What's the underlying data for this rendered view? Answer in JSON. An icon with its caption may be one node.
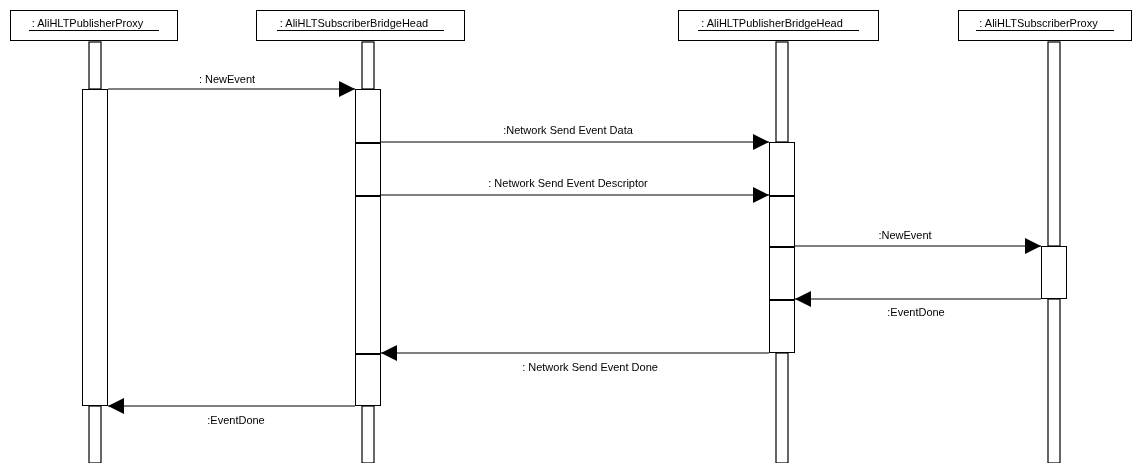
{
  "diagram": {
    "nodes": [
      {
        "text": [
          ": AliHLTPublisherProxy"
        ]
      },
      {
        "text": [
          ": AliHLTSubscriberBridgeHead"
        ]
      },
      {
        "text": [
          ": AliHLTPublisherBridgeHead"
        ]
      },
      {
        "text": [
          ": AliHLTSubscriberProxy"
        ]
      },
      {
        "text": [],
        "shape": "bar"
      },
      {
        "text": [],
        "shape": "bar"
      },
      {
        "text": [],
        "shape": "bar"
      },
      {
        "text": [],
        "shape": "bar"
      }
    ],
    "edges": [
      {
        "from": 4,
        "to": 5,
        "arrow": "to",
        "label": ": NewEvent"
      },
      {
        "from": 5,
        "to": 6,
        "arrow": "to",
        "label": ":Network Send Event Data"
      },
      {
        "from": 5,
        "to": 6,
        "arrow": "to",
        "label": ": Network Send Event Descriptor"
      },
      {
        "from": 6,
        "to": 7,
        "arrow": "to",
        "label": ":NewEvent"
      },
      {
        "from": 7,
        "to": 6,
        "arrow": "to",
        "label": ":EventDone"
      },
      {
        "from": 6,
        "to": 5,
        "arrow": "to",
        "label": ": Network Send Event Done"
      },
      {
        "from": 5,
        "to": 4,
        "arrow": "to",
        "label": ":EventDone"
      }
    ]
  }
}
